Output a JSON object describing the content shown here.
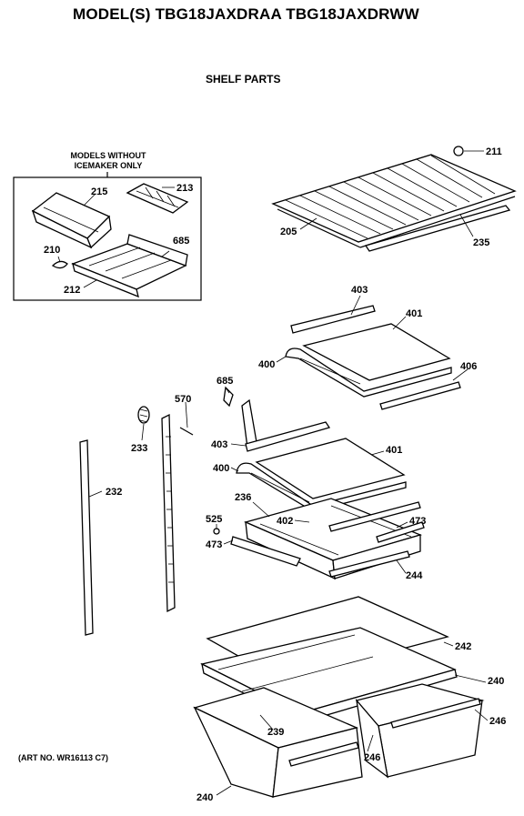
{
  "header": {
    "title": "MODEL(S) TBG18JAXDRAA  TBG18JAXDRWW",
    "subtitle": "SHELF PARTS"
  },
  "inset_box": {
    "title_line1": "MODELS WITHOUT",
    "title_line2": "ICEMAKER ONLY"
  },
  "footer": {
    "art_number": "(ART NO. WR16113 C7)"
  },
  "callouts": {
    "c211": "211",
    "c205": "205",
    "c235": "235",
    "c215": "215",
    "c213": "213",
    "c210": "210",
    "c685a": "685",
    "c212": "212",
    "c403a": "403",
    "c401a": "401",
    "c400a": "400",
    "c406": "406",
    "c685b": "685",
    "c570": "570",
    "c233": "233",
    "c403b": "403",
    "c401b": "401",
    "c400b": "400",
    "c232": "232",
    "c236": "236",
    "c402": "402",
    "c525": "525",
    "c473a": "473",
    "c473b": "473",
    "c244": "244",
    "c242": "242",
    "c240a": "240",
    "c246a": "246",
    "c239": "239",
    "c246b": "246",
    "c240b": "240"
  }
}
